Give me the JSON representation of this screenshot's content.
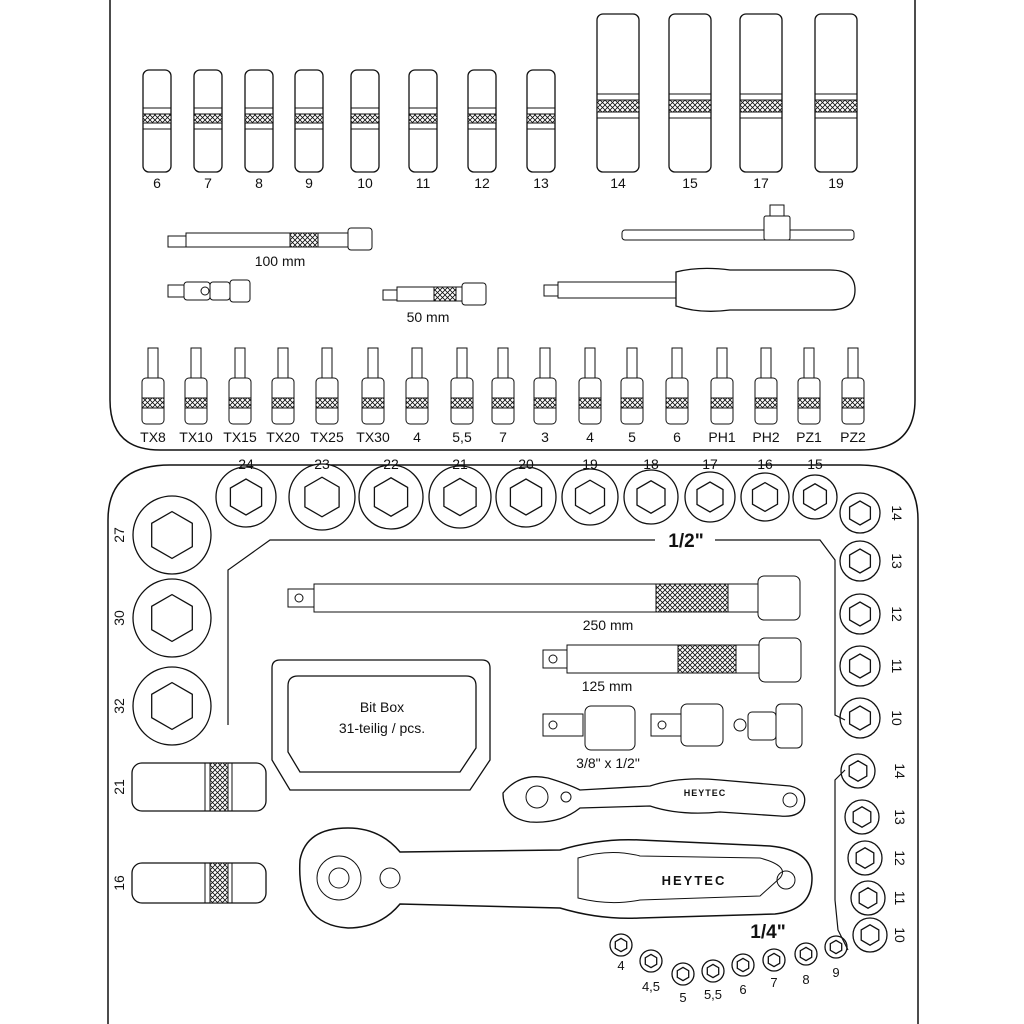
{
  "top_deep_sockets": [
    "6",
    "7",
    "8",
    "9",
    "10",
    "11",
    "12",
    "13",
    "14",
    "15",
    "17",
    "19"
  ],
  "extensions": {
    "long": "100 mm",
    "short": "50 mm"
  },
  "bits": [
    "TX8",
    "TX10",
    "TX15",
    "TX20",
    "TX25",
    "TX30",
    "4",
    "5,5",
    "7",
    "3",
    "4",
    "5",
    "6",
    "PH1",
    "PH2",
    "PZ1",
    "PZ2"
  ],
  "half_inch": {
    "drive_label": "1/2\"",
    "row_sockets": [
      "24",
      "23",
      "22",
      "21",
      "20",
      "19",
      "18",
      "17",
      "16",
      "15"
    ],
    "left_sockets": [
      "27",
      "30",
      "32"
    ],
    "right_sockets": [
      "14",
      "13",
      "12",
      "11",
      "10"
    ],
    "deep_sockets": [
      "21",
      "16"
    ],
    "extension_long": "250 mm",
    "extension_short": "125 mm",
    "adapter": "3/8\" x 1/2\""
  },
  "bit_box": {
    "line1": "Bit Box",
    "line2": "31-teilig / pcs."
  },
  "quarter_inch": {
    "drive_label": "1/4\"",
    "right_sockets": [
      "14",
      "13",
      "12",
      "11",
      "10"
    ],
    "bottom_sockets": [
      "4",
      "4,5",
      "5",
      "5,5",
      "6",
      "7",
      "8",
      "9"
    ]
  },
  "brand": "HEYTEC"
}
